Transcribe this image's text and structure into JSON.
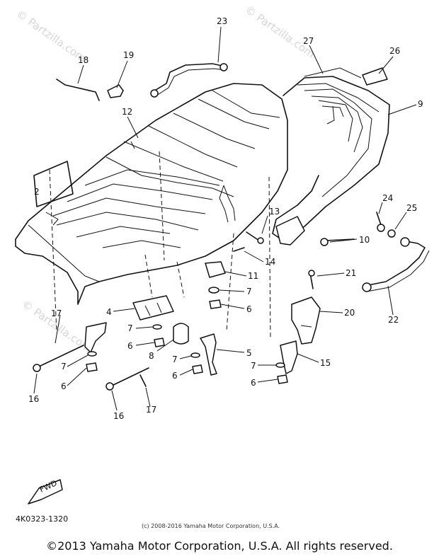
{
  "watermarks": [
    "© Partzilla.com",
    "© Partzilla.com",
    "© Partzilla.com"
  ],
  "callouts": {
    "c1": "23",
    "c2": "27",
    "c3": "26",
    "c4": "9",
    "c5": "18",
    "c6": "19",
    "c7": "12",
    "c8": "2",
    "c9": "13",
    "c10": "24",
    "c11": "25",
    "c12": "10",
    "c13": "14",
    "c14": "11",
    "c15": "7",
    "c16": "6",
    "c17": "21",
    "c18": "20",
    "c19": "17",
    "c20": "4",
    "c21": "7",
    "c22": "6",
    "c23": "8",
    "c24": "5",
    "c25": "22",
    "c26": "7",
    "c27": "6",
    "c28": "15",
    "c29": "7",
    "c30": "6",
    "c31": "7",
    "c32": "6",
    "c33": "16",
    "c34": "16",
    "c35": "17"
  },
  "fwd_label": "FWD",
  "diagram_code": "4K0323-1320",
  "inner_copyright": "(c) 2008-2016 Yamaha Motor Corporation, U.S.A.",
  "footer_copyright": "©2013 Yamaha Motor Corporation, U.S.A. All rights reserved."
}
